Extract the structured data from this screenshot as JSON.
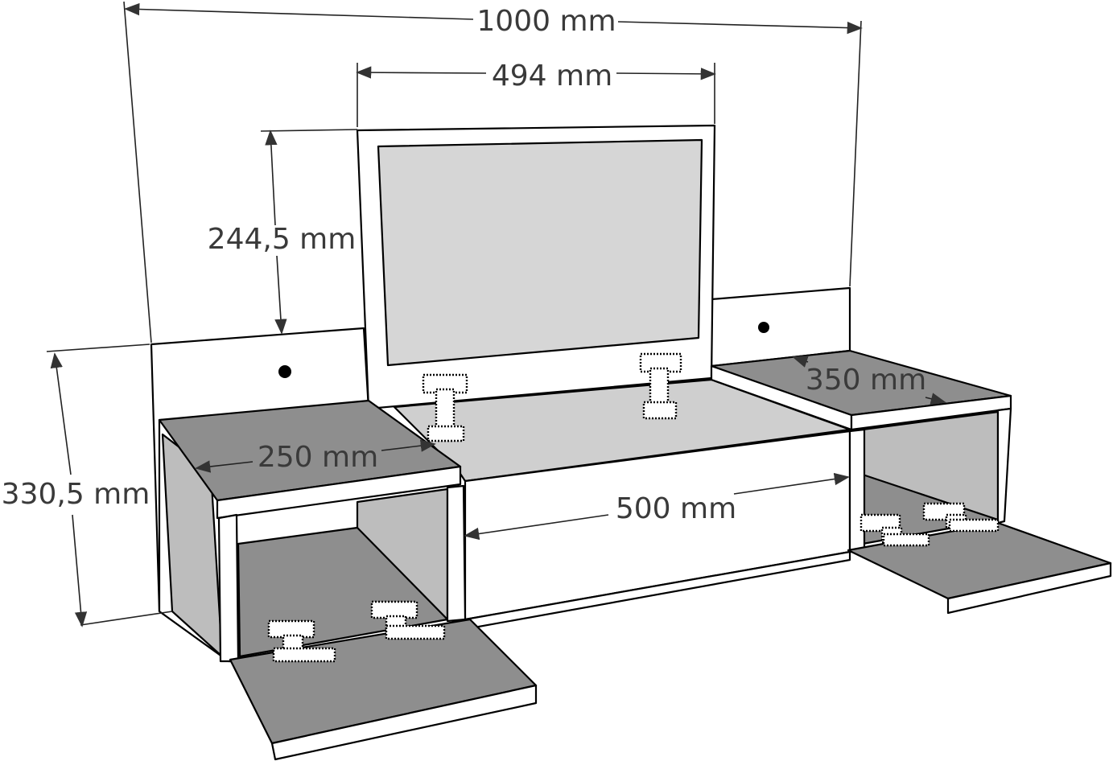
{
  "dimensions": {
    "overall_width": "1000 mm",
    "mirror_width": "494 mm",
    "mirror_height": "244,5 mm",
    "overall_height": "330,5 mm",
    "left_shelf_depth": "250 mm",
    "right_shelf_depth": "350 mm",
    "center_width": "500 mm"
  },
  "colors": {
    "panel_light": "#ffffff",
    "panel_grey": "#8e8e8e",
    "inner_grey": "#bdbdbd",
    "mirror": "#d6d6d6",
    "line": "#000000",
    "dim_text": "#3a3a3a"
  }
}
